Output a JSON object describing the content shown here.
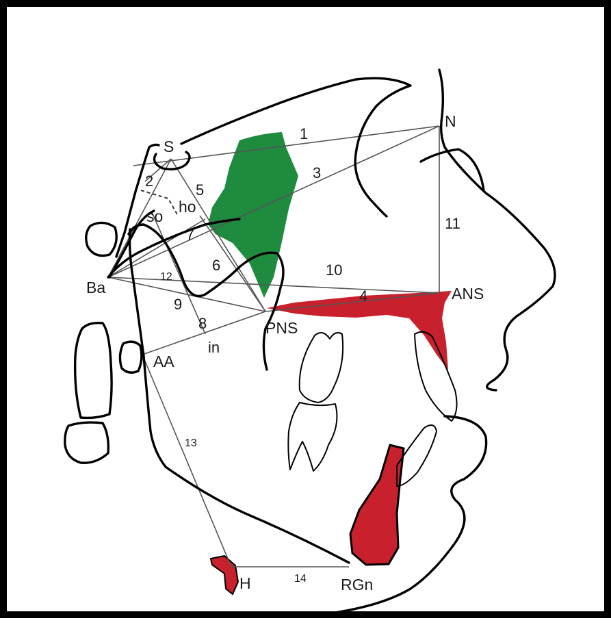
{
  "landmarks": {
    "S": "S",
    "N": "N",
    "Ba": "Ba",
    "ANS": "ANS",
    "PNS": "PNS",
    "AA": "AA",
    "H": "H",
    "RGn": "RGn",
    "so": "so",
    "ho": "ho",
    "in": "in"
  },
  "measurements": [
    "1",
    "2",
    "3",
    "4",
    "5",
    "6",
    "7",
    "8",
    "9",
    "10",
    "11",
    "12",
    "13",
    "14"
  ],
  "colors": {
    "adenoid_tissue": "#1f8b3f",
    "bone_red": "#c8212d",
    "outline": "#000000",
    "reference_lines": "#555555"
  }
}
